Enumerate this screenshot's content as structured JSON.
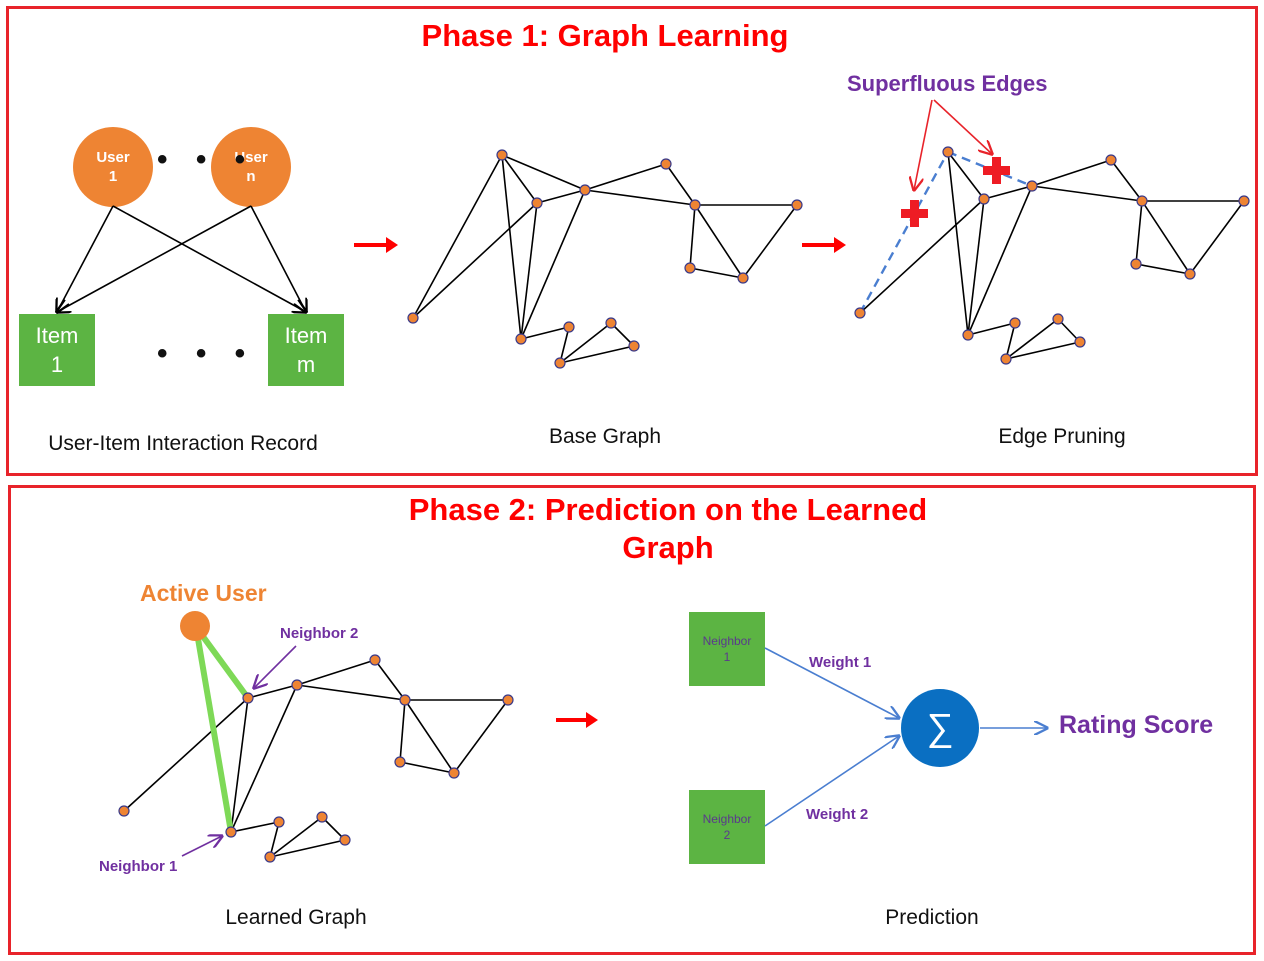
{
  "phase1": {
    "title": "Phase 1:  Graph Learning",
    "interaction": {
      "users": [
        {
          "line1": "User",
          "line2": "1"
        },
        {
          "line1": "User",
          "line2": "n"
        }
      ],
      "items": [
        {
          "line1": "Item",
          "line2": "1"
        },
        {
          "line1": "Item",
          "line2": "m"
        }
      ],
      "user_dots": "• • •",
      "item_dots": "• • •",
      "caption": "User-Item Interaction Record"
    },
    "base_graph_caption": "Base Graph",
    "pruning": {
      "caption": "Edge Pruning",
      "superfluous_label": "Superfluous Edges"
    }
  },
  "phase2": {
    "title_line1": "Phase 2:  Prediction on the Learned",
    "title_line2": "Graph",
    "active_user_label": "Active User",
    "neighbor1_label": "Neighbor 1",
    "neighbor2_label": "Neighbor 2",
    "learned_graph_caption": "Learned Graph",
    "prediction": {
      "neighbor1_box": {
        "line1": "Neighbor",
        "line2": "1"
      },
      "neighbor2_box": {
        "line1": "Neighbor",
        "line2": "2"
      },
      "weight1_label": "Weight 1",
      "weight2_label": "Weight 2",
      "sum_symbol": "∑",
      "output_label": "Rating Score",
      "caption": "Prediction"
    }
  },
  "colors": {
    "frame_red": "#e8232a",
    "title_red": "#ff0000",
    "node_orange": "#ee8433",
    "box_green": "#5cb443",
    "label_purple": "#7030a0",
    "sigma_blue": "#0a6fc2",
    "arrow_blue": "#4a7ed0",
    "highlight_green": "#7ed957"
  }
}
